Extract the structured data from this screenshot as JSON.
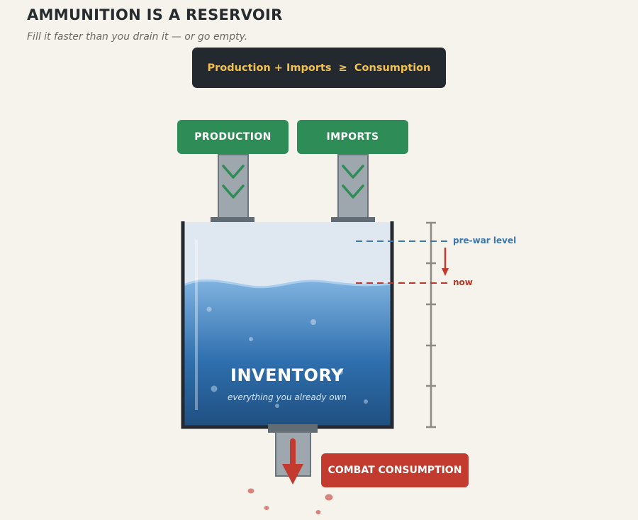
{
  "header": {
    "title": "AMMUNITION IS A RESERVOIR",
    "subtitle": "Fill it faster than you drain it — or go empty."
  },
  "equation": "Production + Imports  ≥  Consumption",
  "inputs": [
    {
      "label": "PRODUCTION"
    },
    {
      "label": "IMPORTS"
    }
  ],
  "tank": {
    "label": "INVENTORY",
    "sublabel": "everything you already own"
  },
  "markers": {
    "prewar": {
      "label": "pre-war level",
      "color": "#3a78b5"
    },
    "now": {
      "label": "now",
      "color": "#b9392e"
    }
  },
  "output": {
    "label": "COMBAT CONSUMPTION",
    "color": "#c23b2e"
  },
  "colors": {
    "background": "#f6f2ec",
    "input_green": "#2e8c57",
    "water_top": "#7fb2df",
    "water_bottom": "#1f4f80"
  }
}
